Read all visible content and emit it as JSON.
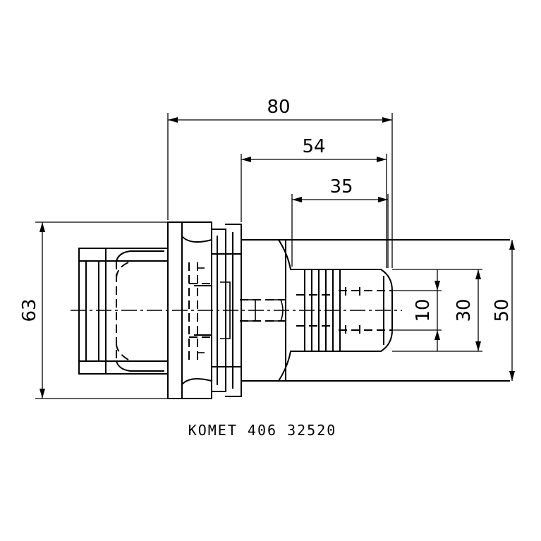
{
  "dimensions": {
    "overall_length": "80",
    "length_54": "54",
    "length_35": "35",
    "diameter_63": "63",
    "diameter_50": "50",
    "diameter_30": "30",
    "diameter_10": "10"
  },
  "caption": "KOMET 406 32520"
}
